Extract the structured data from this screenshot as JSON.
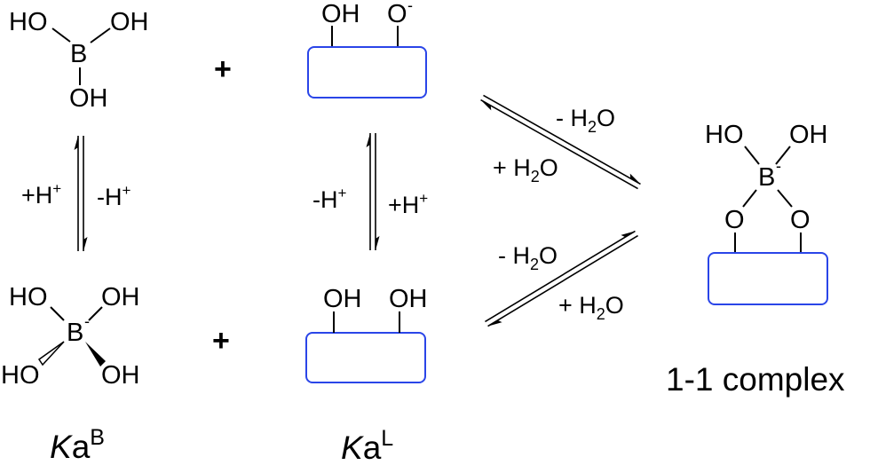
{
  "boric_acid": {
    "o1": "HO",
    "o2": "OH",
    "b": "B",
    "o3": "OH"
  },
  "borate": {
    "o1": "HO",
    "o2": "OH",
    "b": "B",
    "charge": "-",
    "o3": "HO",
    "o4": "OH"
  },
  "plus_sign": "+",
  "ligand_monoanion": {
    "oh": "OH",
    "o": "O",
    "charge": "-"
  },
  "ligand_diol": {
    "oh1": "OH",
    "oh2": "OH"
  },
  "left_equilibrium": {
    "left_label": "+H",
    "left_sup": "+",
    "right_label": "-H",
    "right_sup": "+"
  },
  "middle_equilibrium": {
    "left_label": "-H",
    "left_sup": "+",
    "right_label": "+H",
    "right_sup": "+"
  },
  "upper_diagonal": {
    "top_label_pre": "- H",
    "top_label_sub": "2",
    "top_label_post": "O",
    "bottom_label_pre": "+ H",
    "bottom_label_sub": "2",
    "bottom_label_post": "O"
  },
  "lower_diagonal": {
    "top_label_pre": "- H",
    "top_label_sub": "2",
    "top_label_post": "O",
    "bottom_label_pre": "+ H",
    "bottom_label_sub": "2",
    "bottom_label_post": "O"
  },
  "complex": {
    "o1": "HO",
    "o2": "OH",
    "b": "B",
    "charge": "-",
    "o3": "O",
    "o4": "O",
    "caption": "1-1 complex"
  },
  "ka_boron": {
    "k": "K",
    "a": "a",
    "sup": "B"
  },
  "ka_ligand": {
    "k": "K",
    "a": "a",
    "sup": "L"
  },
  "colors": {
    "ring": "#2a45e8"
  }
}
